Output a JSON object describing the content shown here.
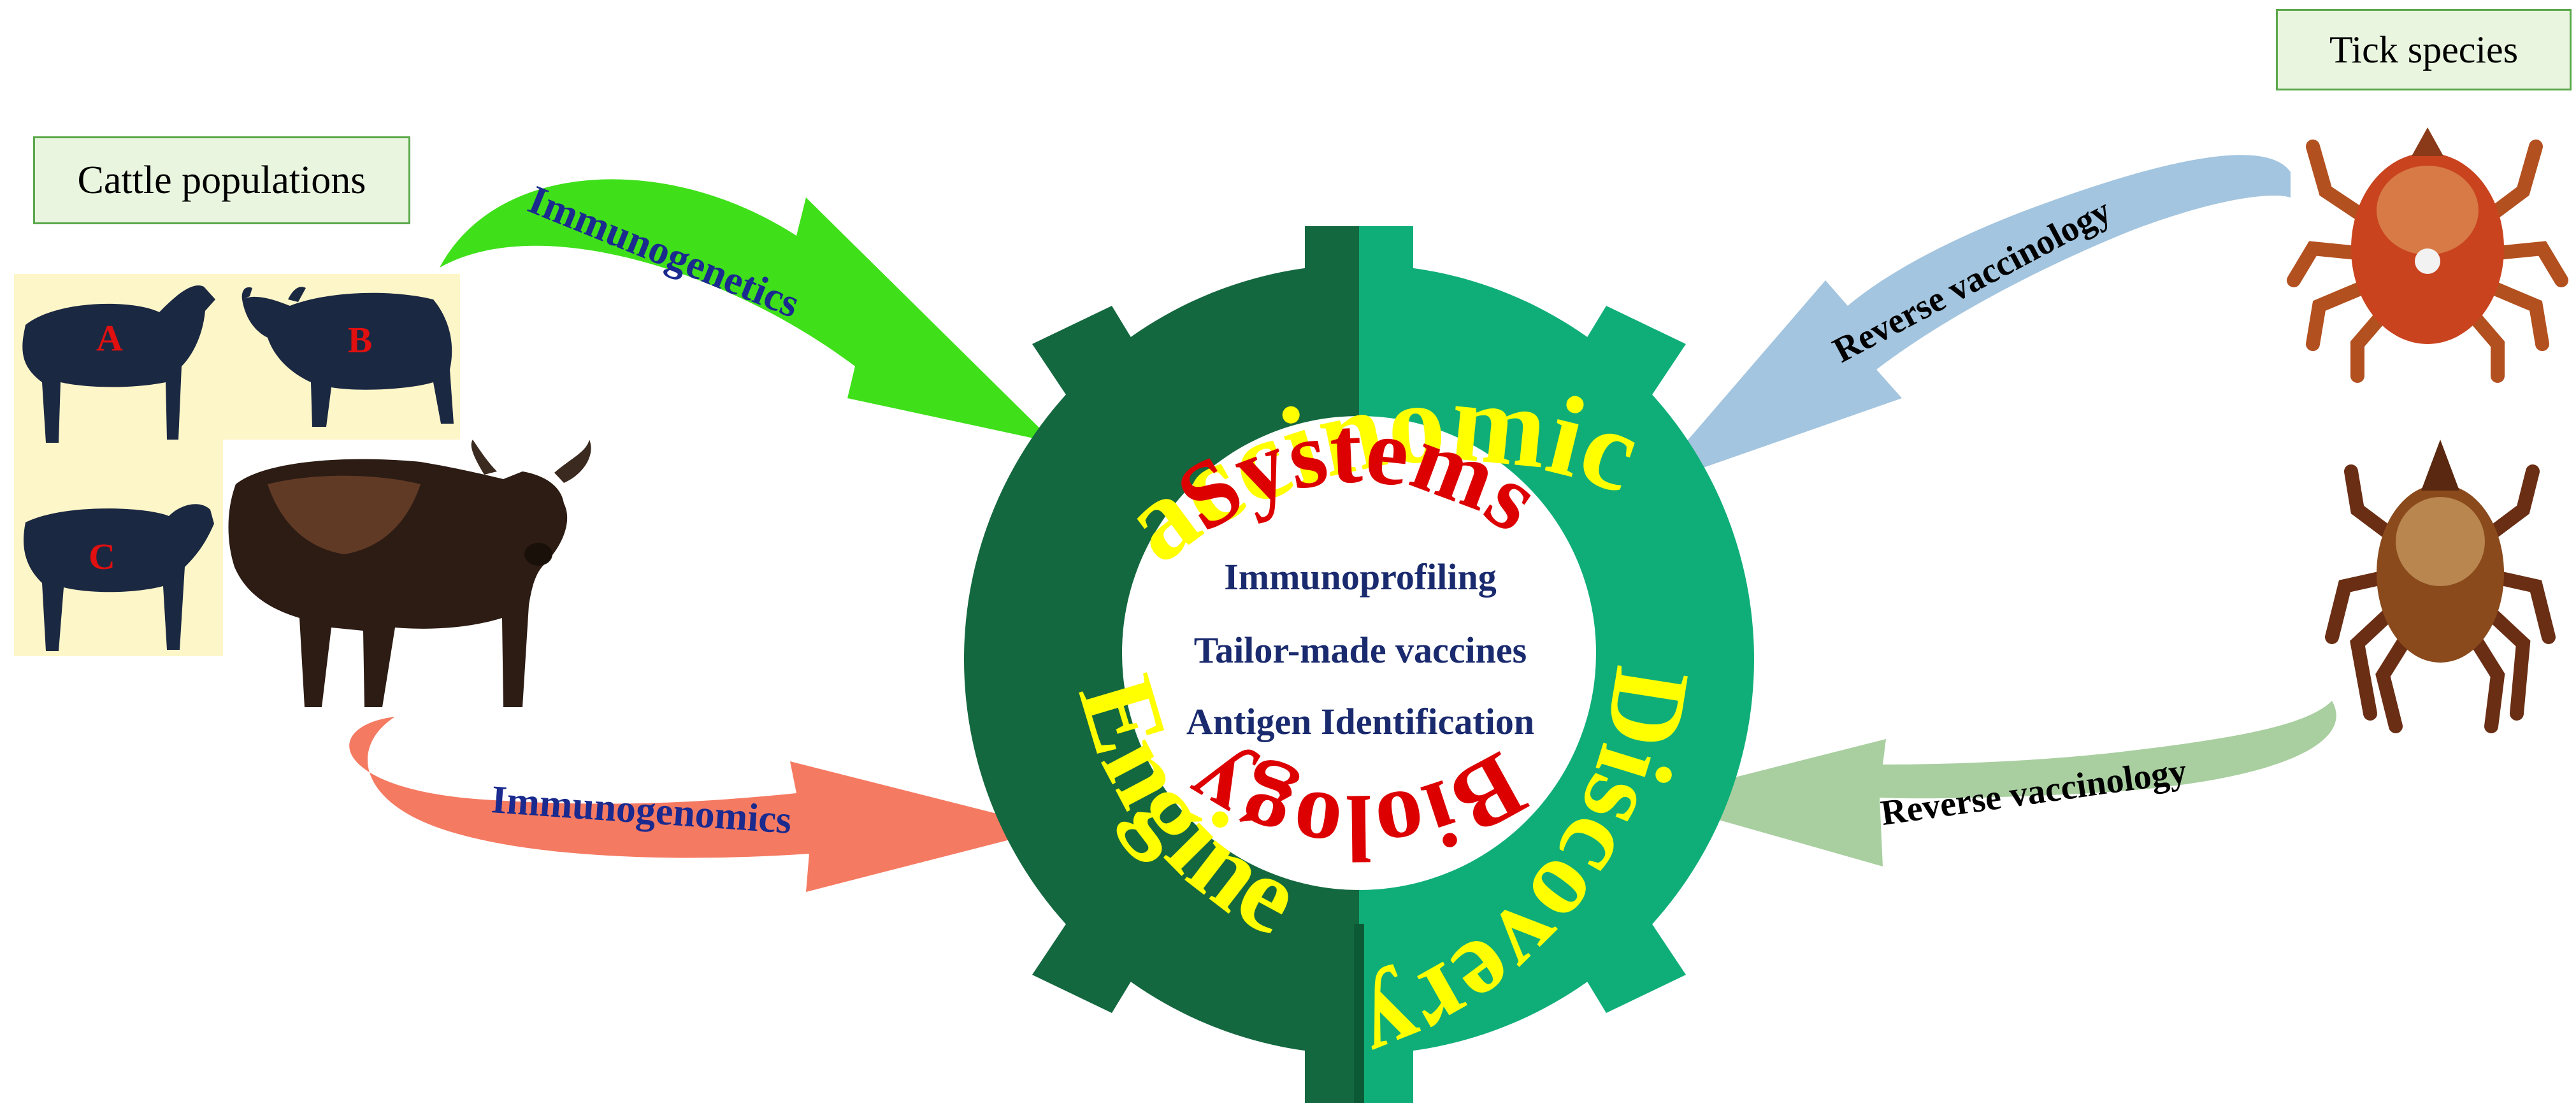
{
  "labels": {
    "cattle_populations": "Cattle populations",
    "tick_species": "Tick species"
  },
  "cattle_silhouettes": [
    "A",
    "B",
    "C"
  ],
  "arrows": {
    "immunogenetics": "Immunogenetics",
    "immunogenomics": "Immunogenomics",
    "reverse_vaccinology_top": "Reverse vaccinology",
    "reverse_vaccinology_bottom": "Reverse vaccinology"
  },
  "gear": {
    "outer_top": "Vaccinomics",
    "outer_right": "Discovery",
    "outer_left": "Engine",
    "inner_top": "Systems",
    "inner_bottom": "Biology",
    "center_lines": [
      "Immunoprofiling",
      "Tailor-made vaccines",
      "Antigen Identification"
    ]
  },
  "colors": {
    "gear_dark": "#14683f",
    "gear_light": "#0fae78",
    "outer_text": "#ffff00",
    "inner_text": "#dd0000",
    "center_text": "#1a2a6e",
    "arrow_green": "#3fe01a",
    "arrow_salmon": "#f57a62",
    "arrow_blue": "#a3c5df",
    "arrow_sage": "#a9cfa0",
    "panel_bg": "#fdf6c8",
    "silhouette": "#1b2842",
    "silhouette_letter": "#e01010"
  }
}
